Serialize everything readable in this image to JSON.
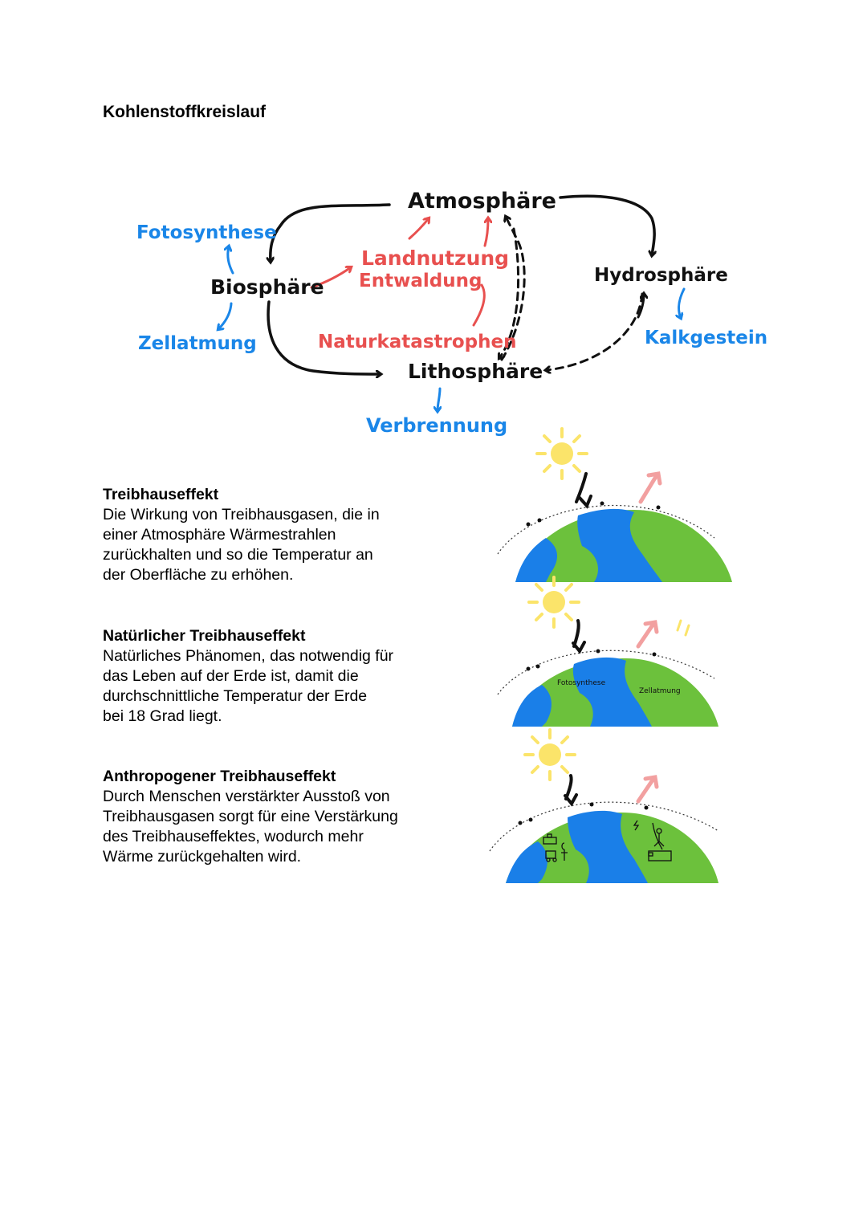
{
  "title": "Kohlenstoffkreislauf",
  "diagram": {
    "atmosphere": "Atmosphäre",
    "biosphere": "Biosphäre",
    "hydrosphere": "Hydrosphäre",
    "lithosphere": "Lithosphäre",
    "photosynthesis": "Fotosynthese",
    "cell_respiration": "Zellatmung",
    "land_use": "Landnutzung",
    "deforestation": "Entwaldung",
    "natural_disasters": "Naturkatastrophen",
    "limestone": "Kalkgestein",
    "combustion": "Verbrennung",
    "colors": {
      "black": "#111111",
      "blue": "#1a86e8",
      "red": "#e8504f"
    }
  },
  "sections": [
    {
      "heading": "Treibhauseffekt",
      "body": "Die Wirkung von Treibhausgasen, die in\neiner Atmosphäre Wärmestrahlen\n zurückhalten und so die Temperatur an\nder Oberfläche zu erhöhen."
    },
    {
      "heading": "Natürlicher Treibhauseffekt",
      "body": "Natürliches Phänomen, das notwendig für\ndas Leben auf der Erde ist, damit die\ndurchschnittliche Temperatur der Erde\nbei 18 Grad liegt."
    },
    {
      "heading": "Anthropogener Treibhauseffekt",
      "body": "Durch Menschen verstärkter Ausstoß von\nTreibhausgasen sorgt für eine Verstärkung\ndes Treibhauseffektes, wodurch mehr\nWärme zurückgehalten wird."
    }
  ],
  "illustrations": {
    "earth2_label_left": "Fotosynthese",
    "earth2_label_right": "Zellatmung",
    "colors": {
      "land": "#6cc13c",
      "ocean": "#1a7fe8",
      "sun": "#fbe46a",
      "heat_arrow": "#f2a0a0"
    }
  }
}
